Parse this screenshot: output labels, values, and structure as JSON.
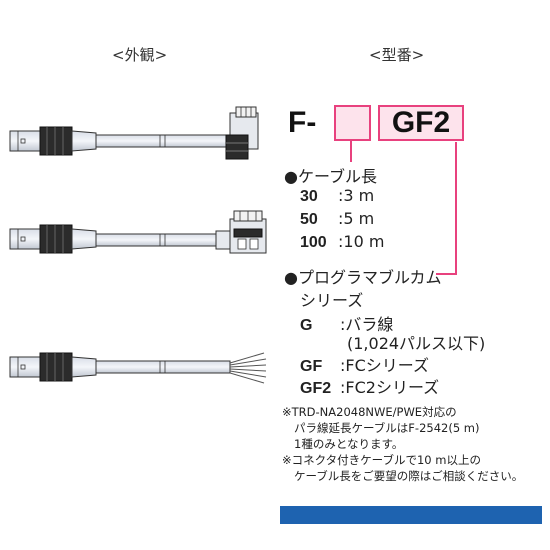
{
  "headings": {
    "appearance": "<外観>",
    "model_number": "<型番>"
  },
  "model": {
    "prefix": "F-",
    "suffix": "GF2"
  },
  "cable_length": {
    "title": "●ケーブル長",
    "options": [
      {
        "code": "30",
        "value": ":3 m"
      },
      {
        "code": "50",
        "value": ":5 m"
      },
      {
        "code": "100",
        "value": ":10 m"
      }
    ]
  },
  "programmable_cam": {
    "title_line1": "●プログラマブルカム",
    "title_line2": "シリーズ",
    "options": [
      {
        "code": "G",
        "value": ":バラ線",
        "value2": "(1,024パルス以下)"
      },
      {
        "code": "GF",
        "value": ":FCシリーズ"
      },
      {
        "code": "GF2",
        "value": ":FC2シリーズ"
      }
    ]
  },
  "notes": [
    "※TRD-NA2048NWE/PWE対応の",
    "パラ線延長ケーブルはF-2542(5 m)",
    "1種のみとなります。",
    "※コネクタ付きケーブルで10 m以上の",
    "ケーブル長をご要望の際はご相談ください。"
  ],
  "colors": {
    "highlight_border": "#e8417e",
    "highlight_fill": "#fde3ec",
    "footer_bar": "#1e63b0"
  },
  "icons": {
    "cable_1": "cable-right-angle-connector-icon",
    "cable_2": "cable-straight-socket-connector-icon",
    "cable_3": "cable-bare-wires-icon"
  }
}
